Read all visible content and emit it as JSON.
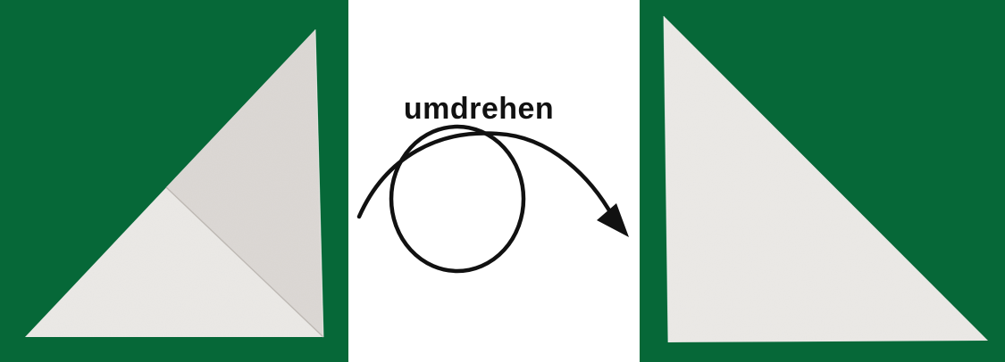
{
  "instruction": {
    "label": "umdrehen",
    "icon": "flip-over-arrow-icon"
  },
  "photos": {
    "before": "folded-paper-triangle-with-crease",
    "after": "paper-triangle-flipped"
  },
  "colors": {
    "background_green": "#066838",
    "paper": "#ebe9e6",
    "paper_flap": "#dedad6",
    "ink": "#111111"
  }
}
